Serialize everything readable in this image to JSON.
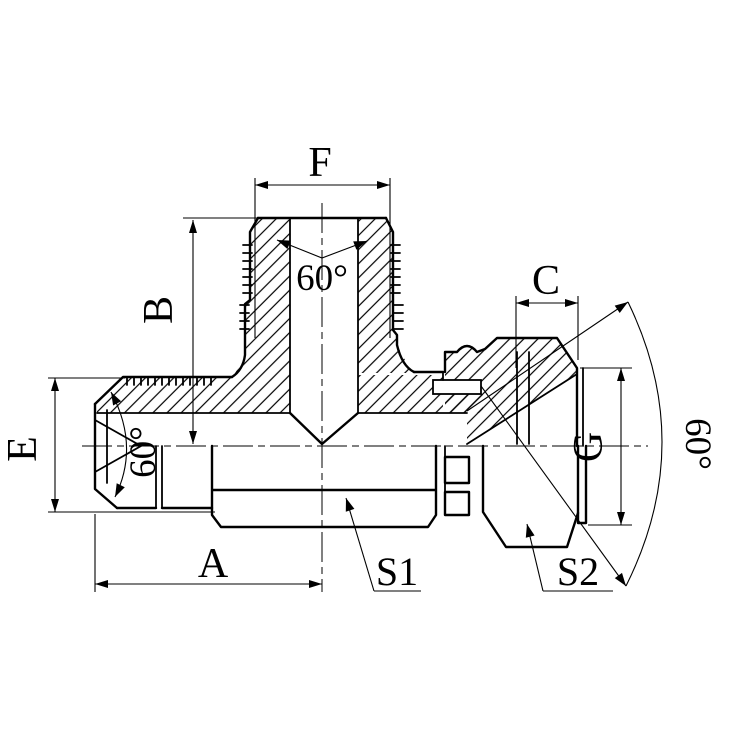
{
  "drawing": {
    "labels": {
      "dim_f": "F",
      "dim_b": "B",
      "dim_e": "E",
      "dim_a": "A",
      "dim_c": "C",
      "dim_g": "G",
      "angle_top": "60°",
      "angle_left": "60°",
      "angle_right": "60°",
      "wrench_flat_1": "S1",
      "wrench_flat_2": "S2"
    },
    "colors": {
      "line": "#000000",
      "background": "#ffffff"
    }
  }
}
